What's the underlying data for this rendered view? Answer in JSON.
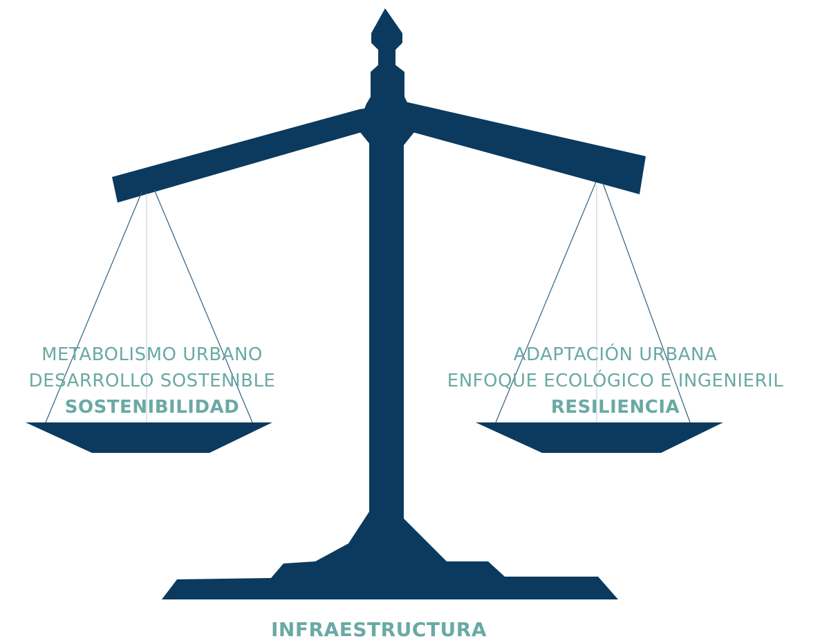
{
  "left_pan": {
    "line1": "METABOLISMO URBANO",
    "line2": "DESARROLLO SOSTENIBLE",
    "line3": "SOSTENIBILIDAD"
  },
  "right_pan": {
    "line1": "ADAPTACIÓN URBANA",
    "line2": "ENFOQUE ECOLÓGICO E INGENIERIL",
    "line3": "RESILIENCIA"
  },
  "base_label": "INFRAESTRUCTURA",
  "colors": {
    "scale": "#0b3a5e",
    "text": "#6aa9a4",
    "string": "#2e5f80"
  }
}
